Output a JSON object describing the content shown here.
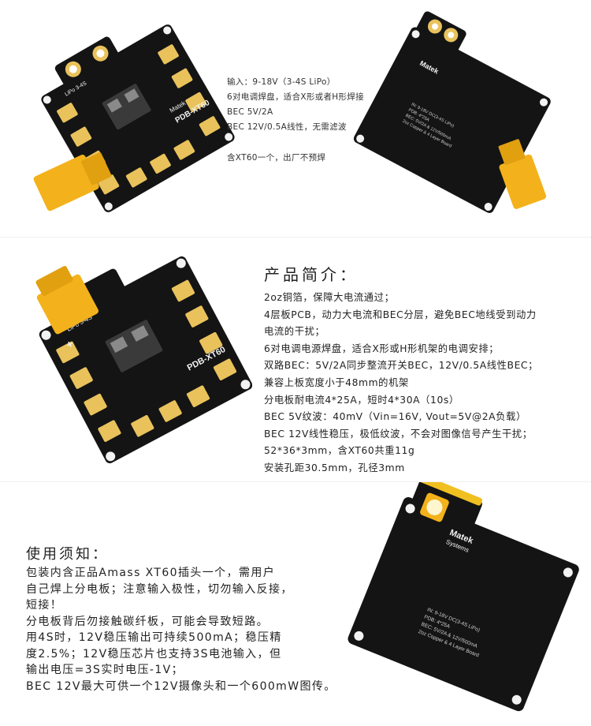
{
  "specs_top": {
    "lines": [
      "输入：9-18V（3-4S LiPo）",
      "6对电调焊盘，适合X形或者H形焊接",
      "BEC 5V/2A",
      "BEC 12V/0.5A线性，无需滤波"
    ],
    "note": "含XT60一个，出厂不预焊"
  },
  "intro": {
    "title": "产品简介：",
    "lines": [
      "2oz铜箔，保障大电流通过；",
      "4层板PCB，动力大电流和BEC分层，避免BEC地线受到动力",
      "电流的干扰；",
      "6对电调电源焊盘，适合X形或H形机架的电调安排；",
      "双路BEC：5V/2A同步整流开关BEC，12V/0.5A线性BEC；",
      "兼容上板宽度小于48mm的机架",
      "分电板耐电流4*25A，短时4*30A（10s）",
      "BEC 5V纹波：40mV（Vin=16V, Vout=5V@2A负载）",
      "BEC 12V线性稳压，极低纹波，不会对图像信号产生干扰；",
      "52*36*3mm，含XT60共重11g",
      "安装孔距30.5mm，孔径3mm"
    ]
  },
  "notice": {
    "title": "使用须知：",
    "lines": [
      "包装内含正品Amass XT60插头一个，需用户",
      "自己焊上分电板；注意输入极性，切勿输入反接，",
      "短接！",
      "分电板背后勿接触碳纤板，可能会导致短路。",
      "用4S时，12V稳压输出可持续500mA；稳压精",
      "度2.5%；12V稳压芯片也支持3S电池输入，但",
      "输出电压=3S实时电压-1V；",
      "BEC 12V最大可供一个12V摄像头和一个600mW图传。"
    ]
  },
  "board_labels": {
    "front_model": "PDB-XT60",
    "front_brand": "Matek",
    "front_lipo": "LiPo 3-4S",
    "back_brand": "Matek",
    "back_brand_sub": "Systems",
    "back_lines": [
      "IN: 9-18V DC(3-4S LiPo)",
      "PDB: 4*25A",
      "BEC: 5V/2A & 12V/500mA",
      "2oz Copper & 4 Layer Board"
    ],
    "plus": "+",
    "minus": "-"
  },
  "colors": {
    "pcb": "#141414",
    "pad": "#e9c25c",
    "xt60": "#f3b21b",
    "text": "#222222"
  }
}
